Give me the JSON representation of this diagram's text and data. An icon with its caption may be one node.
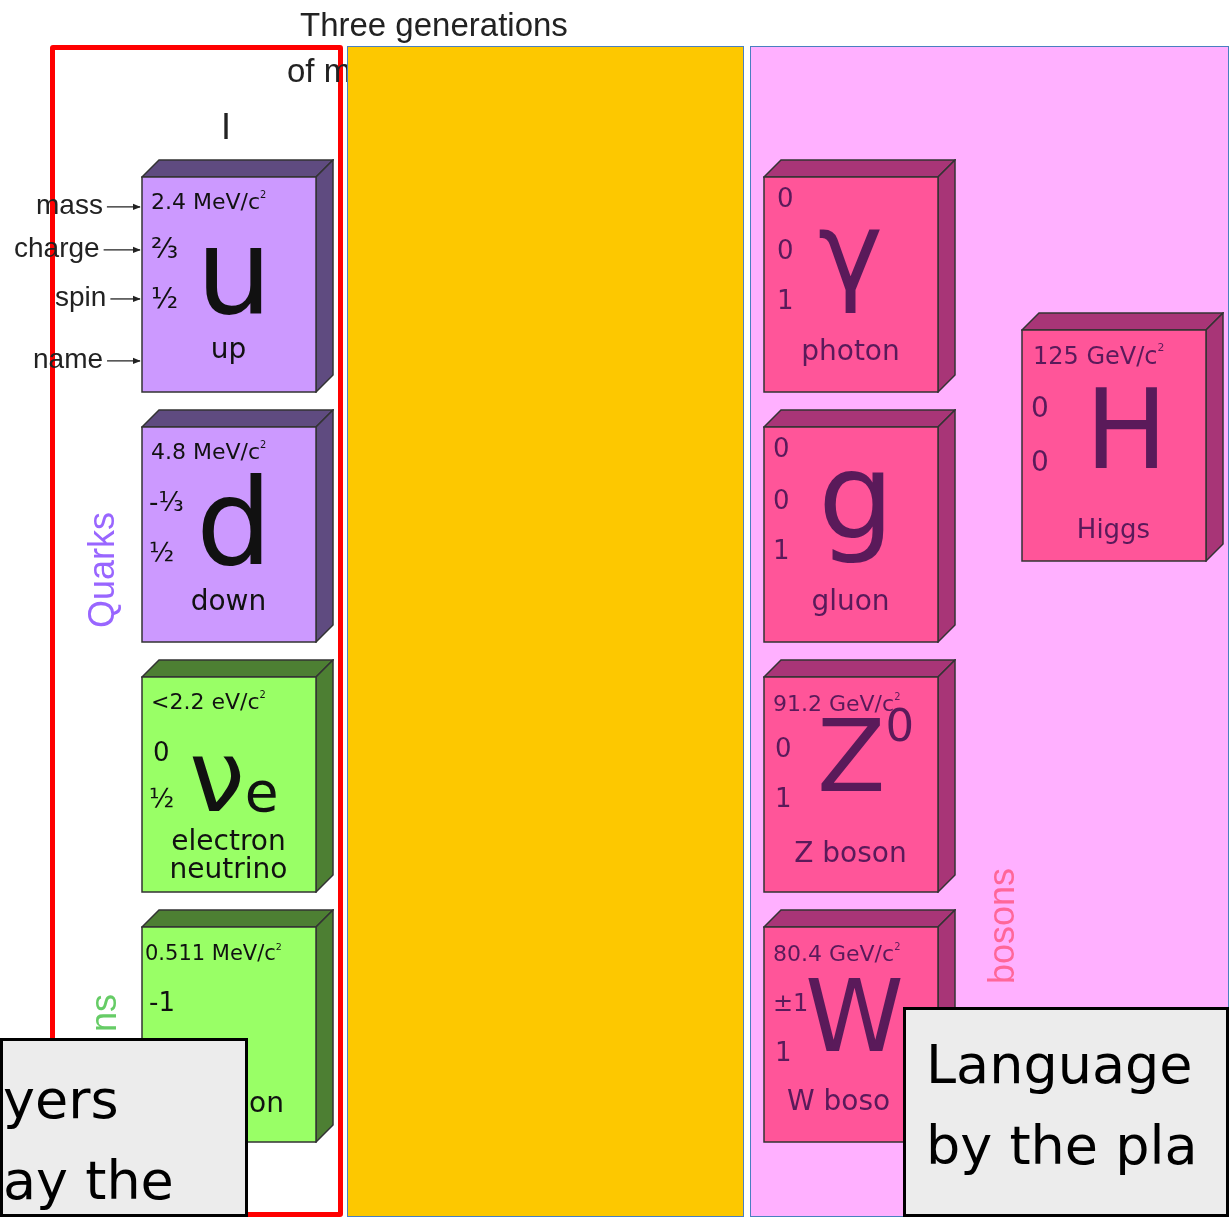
{
  "diagram": {
    "nodes": [
      {
        "text": [
          "mass"
        ]
      },
      {
        "text": [
          "charge"
        ]
      },
      {
        "text": [
          "spin"
        ]
      },
      {
        "text": [
          "name"
        ]
      },
      {
        "text": [
          "2.4 MeV/c$^{2}$",
          "⅔",
          "½",
          "u",
          "up"
        ]
      },
      {
        "text": [
          "4.8 MeV/c$^{2}$",
          "-⅓",
          "½",
          "d",
          "down"
        ]
      },
      {
        "text": [
          "<2.2 eV/c$^{2}$",
          "0",
          "½",
          "ν$_{e}$",
          "electron neutrino"
        ]
      },
      {
        "text": [
          "0.511 MeV/c$^{2}$",
          "-1",
          "on"
        ]
      },
      {
        "text": [
          "0",
          "0",
          "1",
          "γ",
          "photon"
        ]
      },
      {
        "text": [
          "0",
          "0",
          "1",
          "g",
          "gluon"
        ]
      },
      {
        "text": [
          "91.2 GeV/c$^{2}$",
          "0",
          "1",
          "Z$^{0}$",
          "Z boson"
        ]
      },
      {
        "text": [
          "80.4 GeV/c$^{2}$",
          "±1",
          "1",
          "W",
          "W boso"
        ]
      },
      {
        "text": [
          "125 GeV/c$^{2}$",
          "0",
          "0",
          "H",
          "Higgs"
        ]
      },
      {
        "text": [
          "yers ay the"
        ]
      },
      {
        "text": [
          "Language by the pla"
        ]
      }
    ],
    "edges": [
      {
        "from": 0,
        "to": 4,
        "arrow": "to"
      },
      {
        "from": 1,
        "to": 4,
        "arrow": "to"
      },
      {
        "from": 2,
        "to": 4,
        "arrow": "to"
      },
      {
        "from": 3,
        "to": 4,
        "arrow": "to"
      }
    ],
    "labels": [
      "Three generations",
      "of m",
      "I",
      "Quarks",
      "ns",
      "bosons"
    ]
  }
}
